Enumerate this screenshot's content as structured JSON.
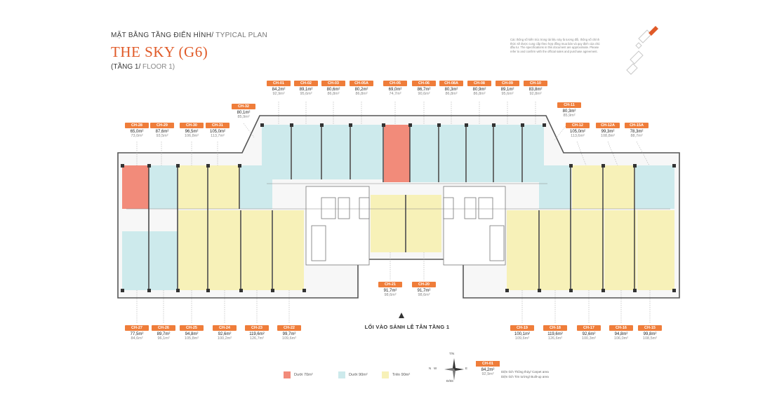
{
  "header": {
    "subtitle_vn": "MẶT BẰNG TẦNG ĐIỂN HÌNH/",
    "subtitle_en": " TYPICAL PLAN",
    "title": "THE SKY (G6)",
    "floor_vn": "(TẦNG 1/",
    "floor_en": " FLOOR 1)"
  },
  "note": "Các thông số kiến trúc trong tài liệu này là tương đối, thông số chính thức sẽ được cung cấp theo hợp đồng mua bán và quy định của chủ đầu tư. The specifications in this document are approximate. Please refer to and confirm with the official sales and purchase agreement.",
  "entrance": "LỐI VÀO SẢNH LỄ TÂN TẦNG 1",
  "legend": [
    {
      "label": "Dưới 70m²",
      "color": "#f28b7a"
    },
    {
      "label": "Dưới 90m²",
      "color": "#cdeaec"
    },
    {
      "label": "Trên 90m²",
      "color": "#f7f1b8"
    }
  ],
  "compass": {
    "n": "N",
    "s": "S",
    "e": "E",
    "w": "W",
    "tb": "T/N",
    "d": "Đ/E"
  },
  "key": {
    "tag": "CH-01",
    "carpet": "84,2m²",
    "builtup": "92,9m²",
    "carpet_label": "Diện tích Thông thủy/ Carpet area",
    "builtup_label": "Diện tích Tim tường/ Built-up area"
  },
  "units": [
    {
      "id": "CH-01",
      "carpet": "84,2m²",
      "builtup": "92,9m²",
      "type": "mid"
    },
    {
      "id": "CH-02",
      "carpet": "89,1m²",
      "builtup": "95,6m²",
      "type": "mid"
    },
    {
      "id": "CH-03",
      "carpet": "80,6m²",
      "builtup": "86,8m²",
      "type": "mid"
    },
    {
      "id": "CH-05A",
      "carpet": "80,2m²",
      "builtup": "86,8m²",
      "type": "mid"
    },
    {
      "id": "CH-05",
      "carpet": "69,0m²",
      "builtup": "74,7m²",
      "type": "small"
    },
    {
      "id": "CH-06",
      "carpet": "86,7m²",
      "builtup": "90,6m²",
      "type": "mid"
    },
    {
      "id": "CH-08A",
      "carpet": "80,3m²",
      "builtup": "86,8m²",
      "type": "mid"
    },
    {
      "id": "CH-08",
      "carpet": "80,9m²",
      "builtup": "86,8m²",
      "type": "mid"
    },
    {
      "id": "CH-09",
      "carpet": "89,1m²",
      "builtup": "95,6m²",
      "type": "mid"
    },
    {
      "id": "CH-10",
      "carpet": "83,8m²",
      "builtup": "92,8m²",
      "type": "mid"
    },
    {
      "id": "CH-32",
      "carpet": "80,1m²",
      "builtup": "85,9m²",
      "type": "mid"
    },
    {
      "id": "CH-11",
      "carpet": "80,3m²",
      "builtup": "85,9m²",
      "type": "mid"
    },
    {
      "id": "CH-28",
      "carpet": "65,0m²",
      "builtup": "73,0m²",
      "type": "small"
    },
    {
      "id": "CH-29",
      "carpet": "87,6m²",
      "builtup": "93,5m²",
      "type": "mid"
    },
    {
      "id": "CH-30",
      "carpet": "96,5m²",
      "builtup": "106,8m²",
      "type": "large"
    },
    {
      "id": "CH-31",
      "carpet": "105,0m²",
      "builtup": "113,7m²",
      "type": "large"
    },
    {
      "id": "CH-12",
      "carpet": "105,0m²",
      "builtup": "113,6m²",
      "type": "large"
    },
    {
      "id": "CH-12A",
      "carpet": "99,3m²",
      "builtup": "108,8m²",
      "type": "large"
    },
    {
      "id": "CH-15A",
      "carpet": "78,3m²",
      "builtup": "88,7m²",
      "type": "mid"
    },
    {
      "id": "CH-21",
      "carpet": "91,7m²",
      "builtup": "98,6m²",
      "type": "large"
    },
    {
      "id": "CH-20",
      "carpet": "91,7m²",
      "builtup": "98,6m²",
      "type": "large"
    },
    {
      "id": "CH-27",
      "carpet": "77,5m²",
      "builtup": "84,6m²",
      "type": "mid"
    },
    {
      "id": "CH-26",
      "carpet": "89,7m²",
      "builtup": "96,1m²",
      "type": "mid"
    },
    {
      "id": "CH-25",
      "carpet": "94,8m²",
      "builtup": "105,8m²",
      "type": "large"
    },
    {
      "id": "CH-24",
      "carpet": "92,6m²",
      "builtup": "100,2m²",
      "type": "large"
    },
    {
      "id": "CH-23",
      "carpet": "119,6m²",
      "builtup": "126,7m²",
      "type": "large"
    },
    {
      "id": "CH-22",
      "carpet": "99,7m²",
      "builtup": "109,6m²",
      "type": "large"
    },
    {
      "id": "CH-19",
      "carpet": "100,1m²",
      "builtup": "109,6m²",
      "type": "large"
    },
    {
      "id": "CH-18",
      "carpet": "119,6m²",
      "builtup": "126,6m²",
      "type": "large"
    },
    {
      "id": "CH-17",
      "carpet": "92,6m²",
      "builtup": "100,3m²",
      "type": "large"
    },
    {
      "id": "CH-16",
      "carpet": "94,8m²",
      "builtup": "106,0m²",
      "type": "large"
    },
    {
      "id": "CH-15",
      "carpet": "99,8m²",
      "builtup": "108,5m²",
      "type": "large"
    }
  ]
}
